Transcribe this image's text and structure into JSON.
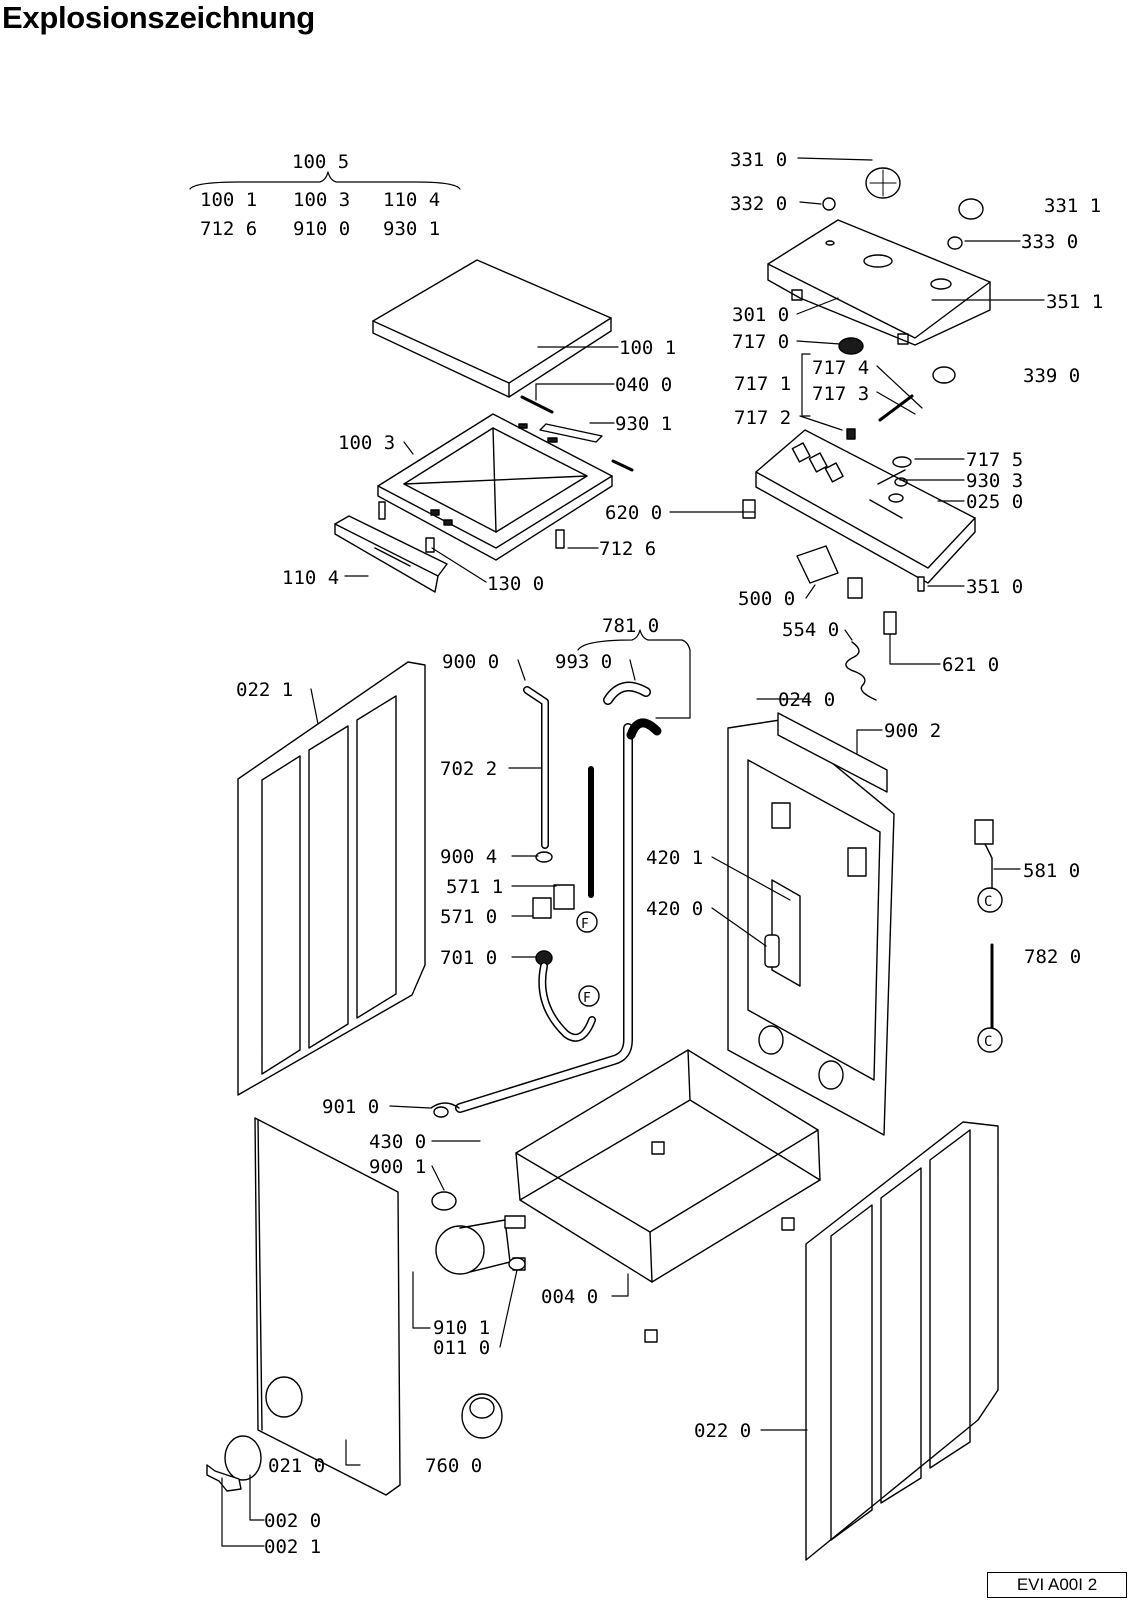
{
  "title": "Explosionszeichnung",
  "doc_code": "EVI A00I 2",
  "colors": {
    "line": "#000000",
    "background": "#ffffff",
    "part_fill": "#ffffff",
    "dark_fill": "#1a1a1a"
  },
  "labels": {
    "p1005": "100 5",
    "p1001a": "100 1",
    "p1003a": "100 3",
    "p1104a": "110 4",
    "p7126a": "712 6",
    "p9100": "910 0",
    "p9301a": "930 1",
    "p1001": "100 1",
    "p0400": "040 0",
    "p9301": "930 1",
    "p1003": "100 3",
    "p6200": "620 0",
    "p7126": "712 6",
    "p1104": "110 4",
    "p1300": "130 0",
    "p3310": "331 0",
    "p3320": "332 0",
    "p3311": "331 1",
    "p3330": "333 0",
    "p3511": "351 1",
    "p3010": "301 0",
    "p7170": "717 0",
    "p7174": "717 4",
    "p3390": "339 0",
    "p7171": "717 1",
    "p7173": "717 3",
    "p7172": "717 2",
    "p7175": "717 5",
    "p9303": "930 3",
    "p0250": "025 0",
    "p5000": "500 0",
    "p3510": "351 0",
    "p5540": "554 0",
    "p6210": "621 0",
    "p7810": "781 0",
    "p9000": "900 0",
    "p9930": "993 0",
    "p0221": "022 1",
    "p0240": "024 0",
    "p9002": "900 2",
    "p7022": "702 2",
    "p9004": "900 4",
    "p4201": "420 1",
    "p5711": "571 1",
    "p5710": "571 0",
    "p4200": "420 0",
    "p5810": "581 0",
    "p7010": "701 0",
    "p7820": "782 0",
    "p9010": "901 0",
    "p4300": "430 0",
    "p9001": "900 1",
    "p0040": "004 0",
    "p9101": "910 1",
    "p0110": "011 0",
    "p0220": "022 0",
    "p0210": "021 0",
    "p7600": "760 0",
    "p0020": "002 0",
    "p0021": "002 1",
    "circF1": "F",
    "circF2": "F",
    "circC1": "C",
    "circC2": "C"
  }
}
